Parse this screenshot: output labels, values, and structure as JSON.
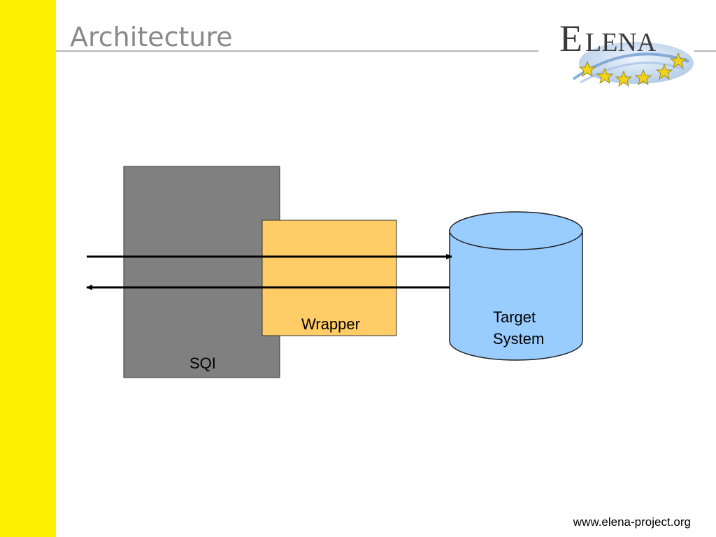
{
  "slide": {
    "title": "Architecture",
    "footer_url": "www.elena-project.org"
  },
  "logo": {
    "text_initial": "E",
    "text_rest": "LENA"
  },
  "diagram": {
    "sqi_label": "SQI",
    "wrapper_label": "Wrapper",
    "target_label_line1": "Target",
    "target_label_line2": "System"
  },
  "colors": {
    "sidebar": "#fff200",
    "sqi_box": "#808080",
    "wrapper_box": "#ffcc66",
    "target_cylinder": "#99ccff",
    "title": "#8a8a8a"
  }
}
